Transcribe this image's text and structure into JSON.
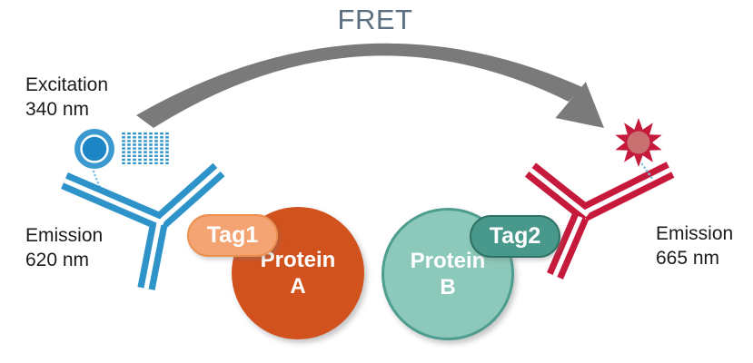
{
  "title": {
    "text": "FRET"
  },
  "donor": {
    "excitation_label": "Excitation",
    "excitation_value": "340 nm",
    "emission_label": "Emission",
    "emission_value": "620 nm"
  },
  "acceptor": {
    "emission_label": "Emission",
    "emission_value": "665 nm"
  },
  "protein_a": {
    "name": "Protein",
    "letter": "A",
    "tag": "Tag1"
  },
  "protein_b": {
    "name": "Protein",
    "letter": "B",
    "tag": "Tag2"
  },
  "colors": {
    "donor_blue": "#2e93c8",
    "donor_bead_outer": "#3a9ad0",
    "donor_bead_inner": "#1f86c6",
    "acceptor_red": "#c51a3c",
    "burst_center": "#c87170",
    "protein_a_orange": "#d2521e",
    "tag1_orange": "#f3a472",
    "protein_b_teal": "#8cc9ba",
    "protein_b_border": "#4e9e90",
    "tag2_teal": "#48998b",
    "arrow_gray": "#7a7a7a",
    "title_slate": "#5c7082",
    "connector_blue": "#7fc0e6"
  },
  "icons": {
    "fret_arrow": "curved-energy-transfer-arrow",
    "donor_bead": "donor-bead",
    "excitation_beam": "excitation-beam-dashes",
    "donor_antibody": "donor-antibody-y",
    "acceptor_antibody": "acceptor-antibody-y",
    "emission_burst": "emission-burst-star",
    "connectors": "dotted-link"
  }
}
